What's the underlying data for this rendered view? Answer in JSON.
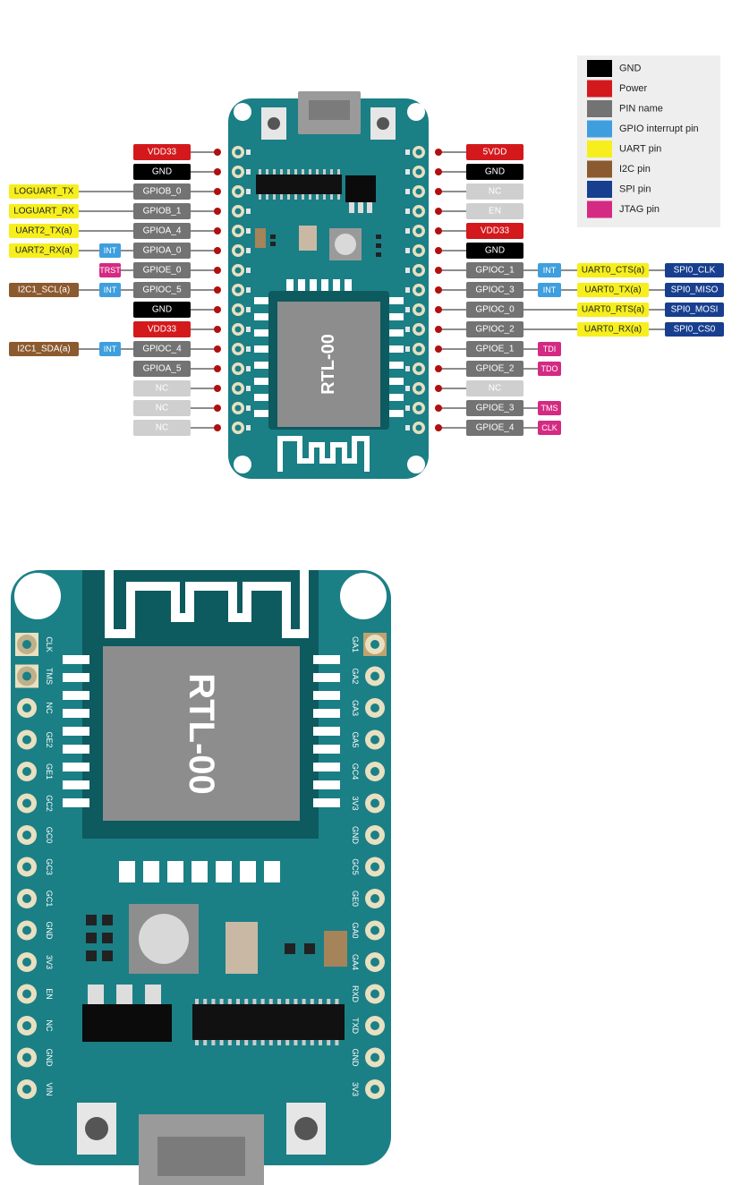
{
  "colors": {
    "gnd": "#000000",
    "power": "#d3191c",
    "pin_name": "#737373",
    "gpio_interrupt": "#3f9fde",
    "uart": "#f6ef1d",
    "i2c": "#8b5a2f",
    "spi": "#183f8f",
    "jtag": "#d52a83",
    "nc": "#cfcfcf",
    "board": "#1b7f86",
    "board_dark": "#0d5a5f",
    "module": "#8d8d8d"
  },
  "legend": [
    {
      "label": "GND",
      "color": "gnd"
    },
    {
      "label": "Power",
      "color": "power"
    },
    {
      "label": "PIN name",
      "color": "pin_name"
    },
    {
      "label": "GPIO interrupt pin",
      "color": "gpio_interrupt"
    },
    {
      "label": "UART pin",
      "color": "uart"
    },
    {
      "label": "I2C pin",
      "color": "i2c"
    },
    {
      "label": "SPI pin",
      "color": "spi"
    },
    {
      "label": "JTAG pin",
      "color": "jtag"
    }
  ],
  "module_label": "RTL-00",
  "left_pins": [
    {
      "pin": "VDD33",
      "pin_type": "power",
      "tags": []
    },
    {
      "pin": "GND",
      "pin_type": "gnd",
      "tags": []
    },
    {
      "pin": "GPIOB_0",
      "pin_type": "pin_name",
      "tags": [
        {
          "label": "LOGUART_TX",
          "type": "uart"
        }
      ]
    },
    {
      "pin": "GPIOB_1",
      "pin_type": "pin_name",
      "tags": [
        {
          "label": "LOGUART_RX",
          "type": "uart"
        }
      ]
    },
    {
      "pin": "GPIOA_4",
      "pin_type": "pin_name",
      "tags": [
        {
          "label": "UART2_TX(a)",
          "type": "uart"
        }
      ]
    },
    {
      "pin": "GPIOA_0",
      "pin_type": "pin_name",
      "tags": [
        {
          "label": "INT",
          "type": "gpio_interrupt"
        },
        {
          "label": "UART2_RX(a)",
          "type": "uart"
        }
      ]
    },
    {
      "pin": "GPIOE_0",
      "pin_type": "pin_name",
      "tags": [
        {
          "label": "TRST",
          "type": "jtag"
        }
      ]
    },
    {
      "pin": "GPIOC_5",
      "pin_type": "pin_name",
      "tags": [
        {
          "label": "INT",
          "type": "gpio_interrupt"
        },
        {
          "label": "I2C1_SCL(a)",
          "type": "i2c"
        }
      ]
    },
    {
      "pin": "GND",
      "pin_type": "gnd",
      "tags": []
    },
    {
      "pin": "VDD33",
      "pin_type": "power",
      "tags": []
    },
    {
      "pin": "GPIOC_4",
      "pin_type": "pin_name",
      "tags": [
        {
          "label": "INT",
          "type": "gpio_interrupt"
        },
        {
          "label": "I2C1_SDA(a)",
          "type": "i2c"
        }
      ]
    },
    {
      "pin": "GPIOA_5",
      "pin_type": "pin_name",
      "tags": []
    },
    {
      "pin": "NC",
      "pin_type": "nc",
      "tags": []
    },
    {
      "pin": "NC",
      "pin_type": "nc",
      "tags": []
    },
    {
      "pin": "NC",
      "pin_type": "nc",
      "tags": []
    }
  ],
  "right_pins": [
    {
      "pin": "5VDD",
      "pin_type": "power",
      "tags": []
    },
    {
      "pin": "GND",
      "pin_type": "gnd",
      "tags": []
    },
    {
      "pin": "NC",
      "pin_type": "nc",
      "tags": []
    },
    {
      "pin": "EN",
      "pin_type": "nc",
      "tags": []
    },
    {
      "pin": "VDD33",
      "pin_type": "power",
      "tags": []
    },
    {
      "pin": "GND",
      "pin_type": "gnd",
      "tags": []
    },
    {
      "pin": "GPIOC_1",
      "pin_type": "pin_name",
      "tags": [
        {
          "label": "INT",
          "type": "gpio_interrupt"
        },
        {
          "label": "UART0_CTS(a)",
          "type": "uart"
        },
        {
          "label": "SPI0_CLK",
          "type": "spi"
        }
      ]
    },
    {
      "pin": "GPIOC_3",
      "pin_type": "pin_name",
      "tags": [
        {
          "label": "INT",
          "type": "gpio_interrupt"
        },
        {
          "label": "UART0_TX(a)",
          "type": "uart"
        },
        {
          "label": "SPI0_MISO",
          "type": "spi"
        }
      ]
    },
    {
      "pin": "GPIOC_0",
      "pin_type": "pin_name",
      "tags": [
        {
          "label": "UART0_RTS(a)",
          "type": "uart"
        },
        {
          "label": "SPI0_MOSI",
          "type": "spi"
        }
      ]
    },
    {
      "pin": "GPIOC_2",
      "pin_type": "pin_name",
      "tags": [
        {
          "label": "UART0_RX(a)",
          "type": "uart"
        },
        {
          "label": "SPI0_CS0",
          "type": "spi"
        }
      ]
    },
    {
      "pin": "GPIOE_1",
      "pin_type": "pin_name",
      "tags": [
        {
          "label": "TDI",
          "type": "jtag"
        }
      ]
    },
    {
      "pin": "GPIOE_2",
      "pin_type": "pin_name",
      "tags": [
        {
          "label": "TDO",
          "type": "jtag"
        }
      ]
    },
    {
      "pin": "NC",
      "pin_type": "nc",
      "tags": []
    },
    {
      "pin": "GPIOE_3",
      "pin_type": "pin_name",
      "tags": [
        {
          "label": "TMS",
          "type": "jtag"
        }
      ]
    },
    {
      "pin": "GPIOE_4",
      "pin_type": "pin_name",
      "tags": [
        {
          "label": "CLK",
          "type": "jtag"
        }
      ]
    }
  ],
  "board_back": {
    "left_silk": [
      "CLK",
      "TMS",
      "NC",
      "GE2",
      "GE1",
      "GC2",
      "GC0",
      "GC3",
      "GC1",
      "GND",
      "3V3",
      "EN",
      "NC",
      "GND",
      "VIN"
    ],
    "right_silk": [
      "GA1",
      "GA2",
      "GA3",
      "GA5",
      "GC4",
      "3V3",
      "GND",
      "GC5",
      "GE0",
      "GA0",
      "GA4",
      "RXD",
      "TXD",
      "GND",
      "3V3"
    ]
  }
}
